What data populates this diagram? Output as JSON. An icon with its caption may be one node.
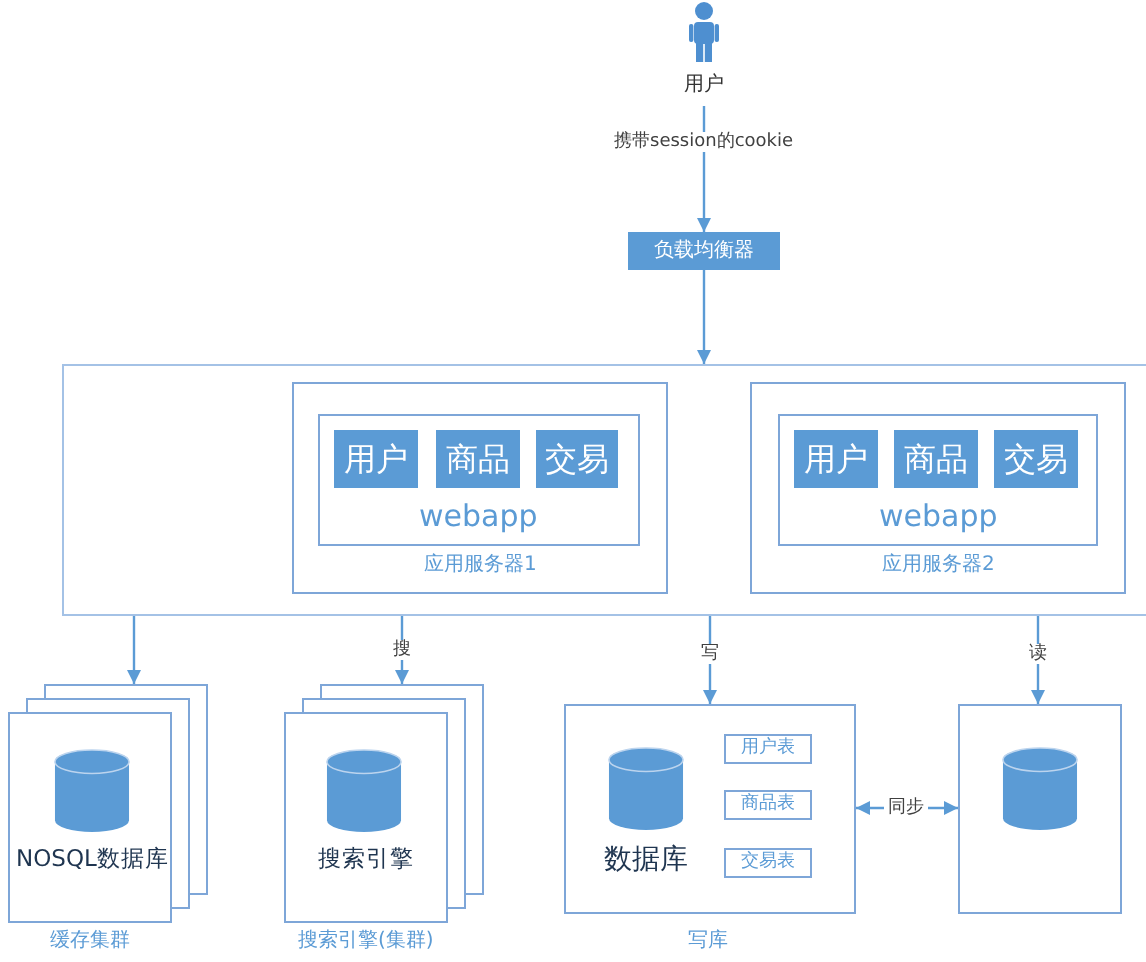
{
  "diagram": {
    "nodes": [
      {
        "text": [
          "用户"
        ]
      },
      {
        "text": [
          "负载均衡器"
        ]
      },
      {
        "text": [],
        "shape": "box"
      },
      {
        "text": [
          "应用服务器1"
        ],
        "in": 2
      },
      {
        "text": [
          "webapp"
        ],
        "in": 3
      },
      {
        "text": [
          "用户"
        ],
        "in": 4
      },
      {
        "text": [
          "商品"
        ],
        "in": 4
      },
      {
        "text": [
          "交易"
        ],
        "in": 4
      },
      {
        "text": [
          "应用服务器2"
        ],
        "in": 2
      },
      {
        "text": [
          "webapp"
        ],
        "in": 8
      },
      {
        "text": [
          "用户"
        ],
        "in": 9
      },
      {
        "text": [
          "商品"
        ],
        "in": 9
      },
      {
        "text": [
          "交易"
        ],
        "in": 9
      },
      {
        "text": [
          "NOSQL数据库"
        ],
        "beside": [
          "缓存集群"
        ]
      },
      {
        "text": [
          "搜索引擎"
        ],
        "beside": [
          "搜索引擎(集群)"
        ]
      },
      {
        "text": [
          "数据库"
        ],
        "beside": [
          "写库"
        ]
      },
      {
        "text": [
          "用户表"
        ],
        "in": 15
      },
      {
        "text": [
          "商品表"
        ],
        "in": 15
      },
      {
        "text": [
          "交易表"
        ],
        "in": 15
      },
      {
        "text": [],
        "shape": "box"
      }
    ],
    "edges": [
      {
        "from": 0,
        "to": 1,
        "arrow": "to",
        "label": "携带session的cookie"
      },
      {
        "from": 1,
        "to": 2,
        "arrow": "to"
      },
      {
        "from": 2,
        "to": 13,
        "arrow": "to"
      },
      {
        "from": 2,
        "to": 14,
        "arrow": "to",
        "label": "搜"
      },
      {
        "from": 2,
        "to": 15,
        "arrow": "to",
        "label": "写"
      },
      {
        "from": 2,
        "to": 19,
        "arrow": "to",
        "label": "读"
      },
      {
        "from": 15,
        "to": 19,
        "arrow": "both",
        "label": "同步"
      }
    ]
  }
}
